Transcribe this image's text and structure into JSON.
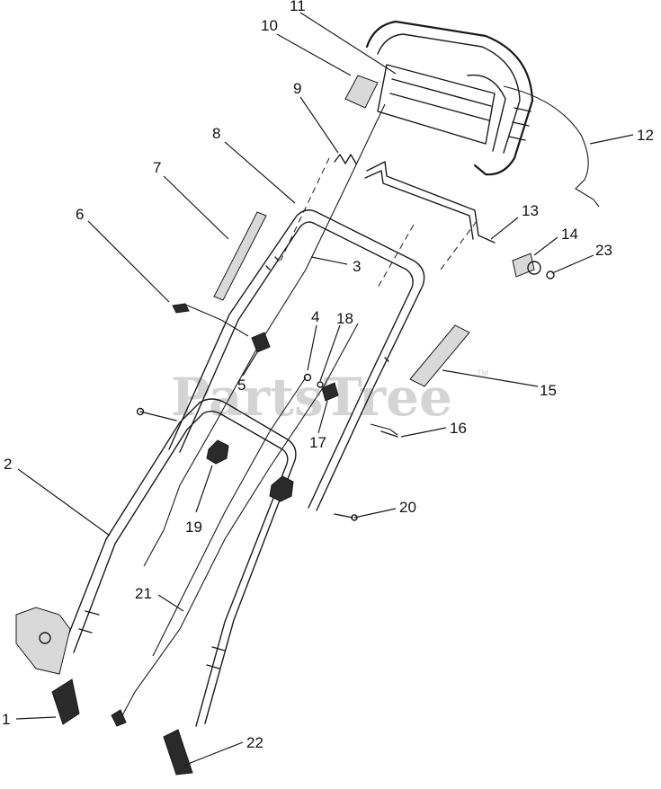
{
  "watermark": {
    "text": "PartsTree",
    "trademark": "TM"
  },
  "callouts": [
    {
      "id": "1",
      "label": "1"
    },
    {
      "id": "2",
      "label": "2"
    },
    {
      "id": "3",
      "label": "3"
    },
    {
      "id": "4",
      "label": "4"
    },
    {
      "id": "5",
      "label": "5"
    },
    {
      "id": "6",
      "label": "6"
    },
    {
      "id": "7",
      "label": "7"
    },
    {
      "id": "8",
      "label": "8"
    },
    {
      "id": "9",
      "label": "9"
    },
    {
      "id": "10",
      "label": "10"
    },
    {
      "id": "11",
      "label": "11"
    },
    {
      "id": "12",
      "label": "12"
    },
    {
      "id": "13",
      "label": "13"
    },
    {
      "id": "14",
      "label": "14"
    },
    {
      "id": "15",
      "label": "15"
    },
    {
      "id": "16",
      "label": "16"
    },
    {
      "id": "17",
      "label": "17"
    },
    {
      "id": "18",
      "label": "18"
    },
    {
      "id": "19",
      "label": "19"
    },
    {
      "id": "20",
      "label": "20"
    },
    {
      "id": "21",
      "label": "21"
    },
    {
      "id": "22",
      "label": "22"
    },
    {
      "id": "23",
      "label": "23"
    }
  ]
}
